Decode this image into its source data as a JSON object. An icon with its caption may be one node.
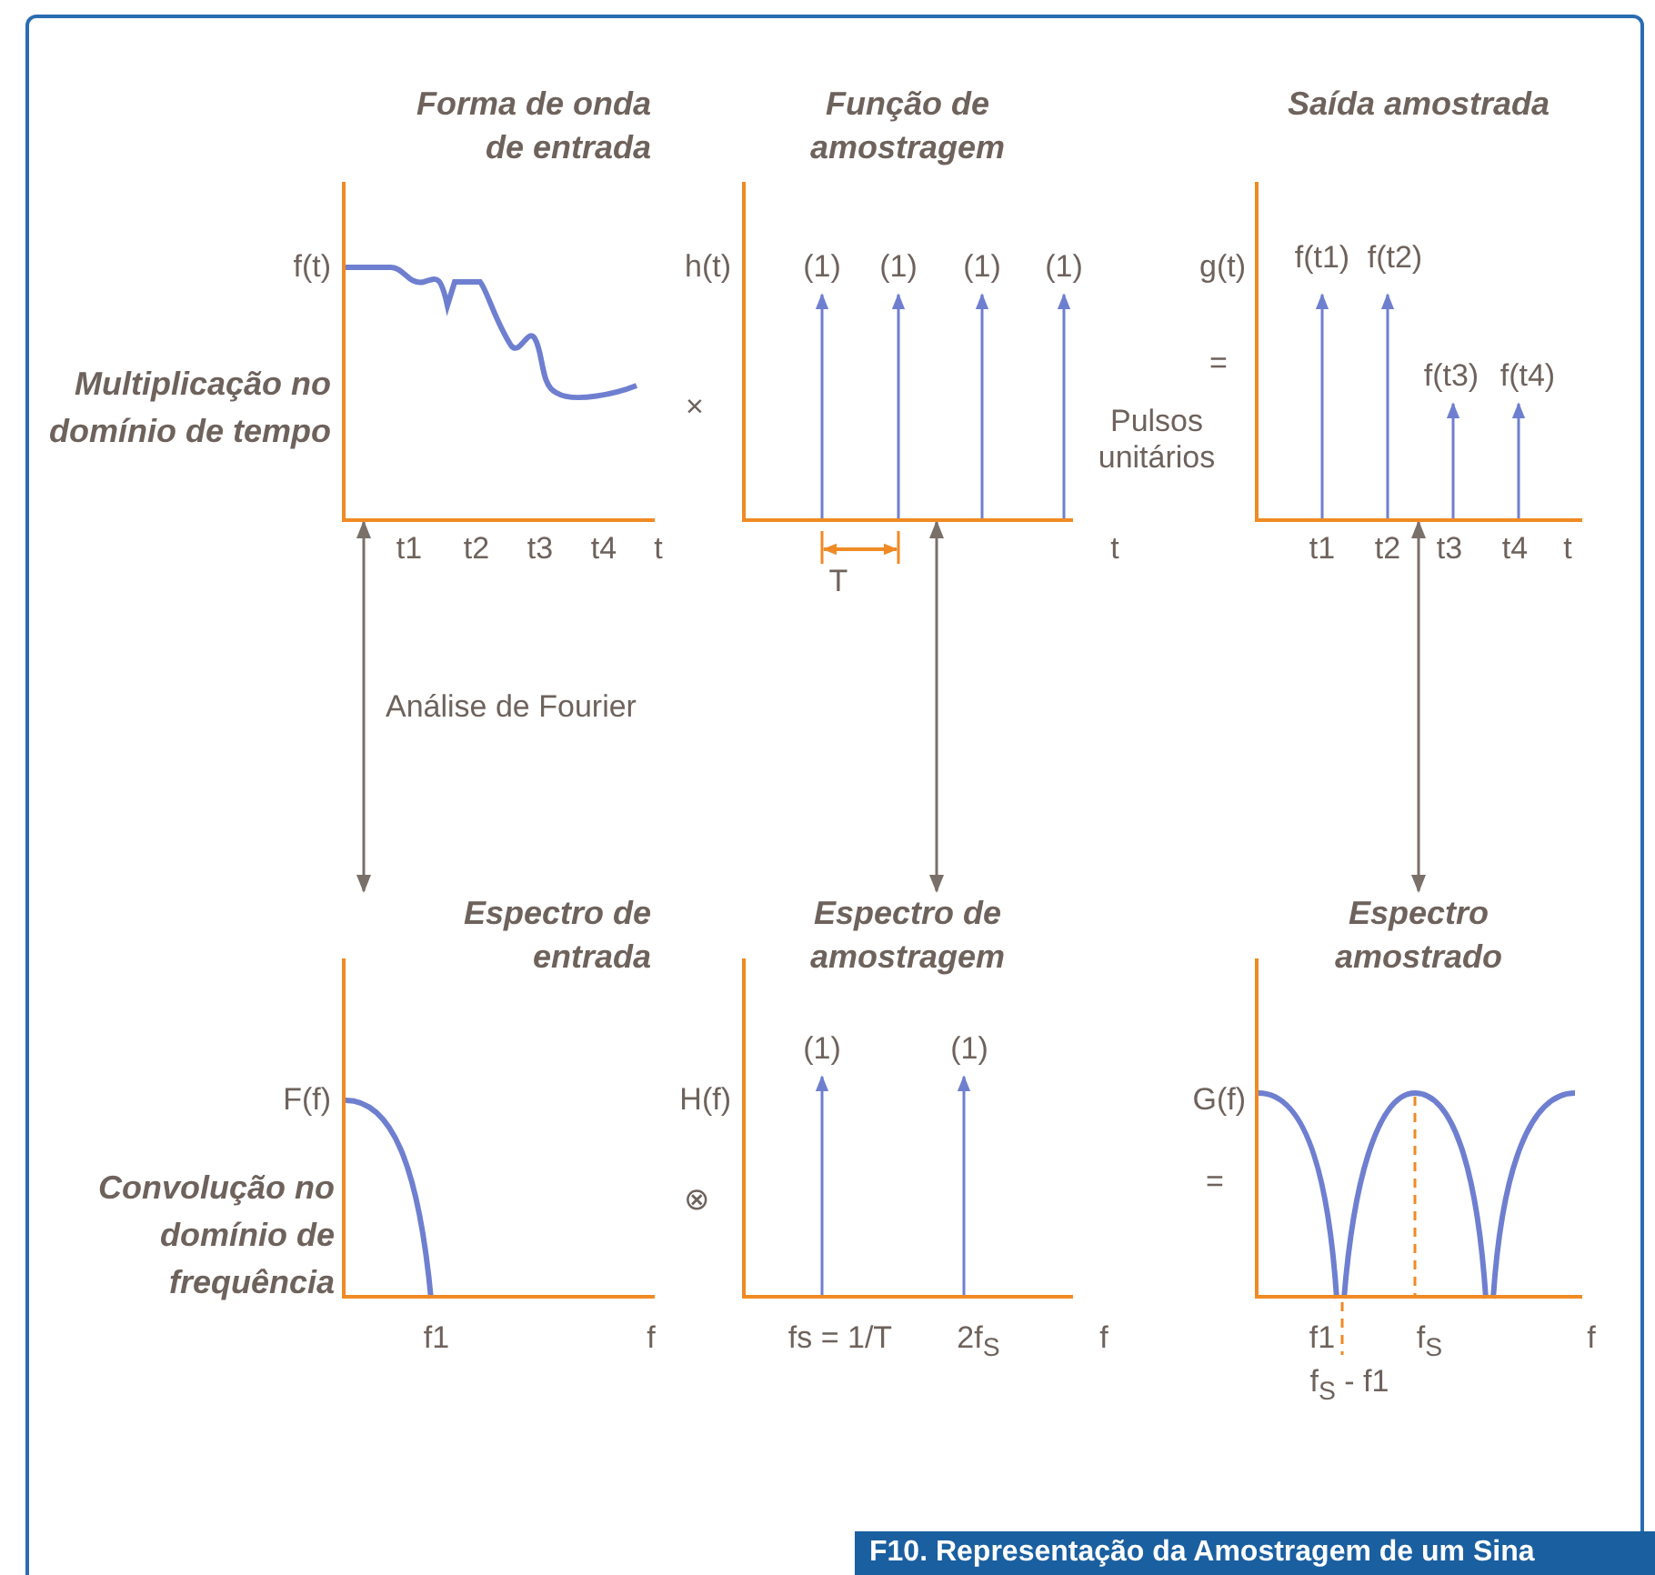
{
  "diagram": {
    "caption": "F10. Representação da Amostragem de um Sina",
    "nodes": [
      {
        "text": [
          "Forma de onda de entrada"
        ]
      },
      {
        "text": [
          "Função de amostragem"
        ]
      },
      {
        "text": [
          "Saída amostrada"
        ]
      },
      {
        "text": [
          "Espectro de entrada"
        ]
      },
      {
        "text": [
          "Espectro de amostragem"
        ]
      },
      {
        "text": [
          "Espectro amostrado"
        ]
      }
    ],
    "edges": [
      {
        "from": 0,
        "to": 3,
        "arrow": "both",
        "label": "Análise de Fourier"
      },
      {
        "from": 1,
        "to": 4,
        "arrow": "both"
      },
      {
        "from": 2,
        "to": 5,
        "arrow": "both"
      }
    ],
    "labels": [
      "Multiplicação no domínio de tempo",
      "f(t)",
      "t1",
      "t2",
      "t3",
      "t4",
      "t",
      "×",
      "h(t)",
      "(1)",
      "(1)",
      "(1)",
      "(1)",
      "Pulsos unitários",
      "t",
      "T",
      "g(t)",
      "f(t1)",
      "f(t2)",
      "=",
      "f(t3)",
      "f(t4)",
      "t1",
      "t2",
      "t3",
      "t4",
      "t",
      "Convolução no domínio de frequência",
      "F(f)",
      "f1",
      "f",
      "⊗",
      "H(f)",
      "(1)",
      "(1)",
      "fs = 1/T",
      "2f$_{S}$",
      "f",
      "G(f)",
      "=",
      "f1",
      "f$_{S}$",
      "f$_{S}$ - f1",
      "f"
    ]
  }
}
